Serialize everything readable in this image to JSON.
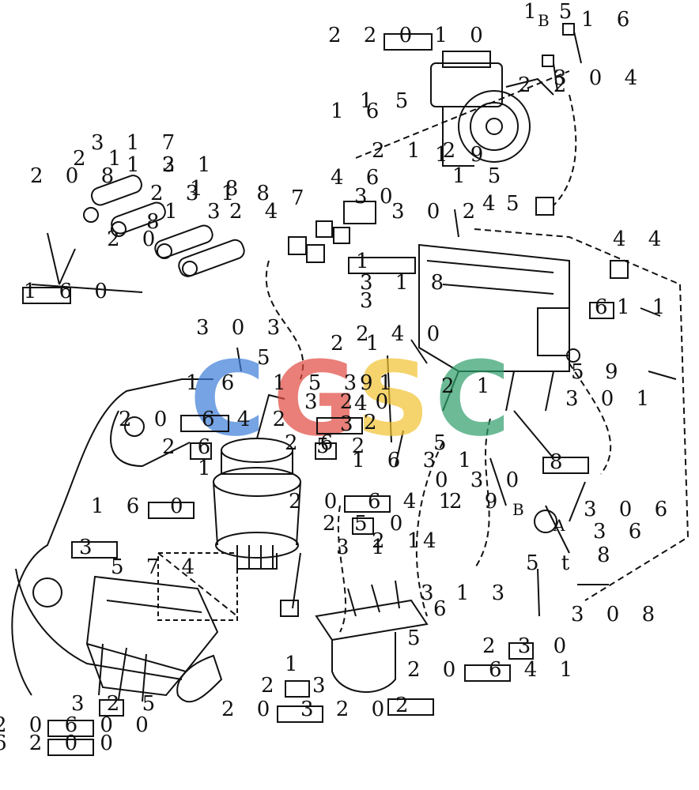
{
  "labels": {
    "l_22010": "2 2 0 1 0",
    "l_15B": "1 5",
    "l_B": "B",
    "l_16_top": "1 6",
    "l_304": "3 0 4",
    "l_2_pump": "2",
    "l_22": "2 2",
    "l_16_mid": "1 6",
    "l_15A": "1 5",
    "l_A": "A",
    "l_212": "2 1 2",
    "l_19": "1 9",
    "l_1_a": "1",
    "l_15_a": "1 5",
    "l_302": "3 0 2",
    "l_4": "4",
    "l_5_right": "5",
    "l_46": "4 6",
    "l_3_a": "3",
    "l_0_a": "0",
    "l_317": "3 1 7",
    "l_21_top": "2 1",
    "l_21_b": "2 1",
    "l_13": "1 3",
    "l_208": "2 0 8",
    "l_18": "1 8",
    "l_2318": "2 3 1 8",
    "l_11": "1 1",
    "l_1_c": "1",
    "l_3_c": "3",
    "l_2_c": "2",
    "l_24": "2 4",
    "l_208b": "2 0",
    "l_8_b": "8",
    "l_7": "7",
    "l_1600": "0  1 6 0",
    "l_1_main": "1",
    "l_44": "4 4",
    "l_3183": "3 1 8",
    "l_333": "3\n3\n3",
    "l_61": "6",
    "l_1_right": "1 1",
    "l_303": "3 0 3",
    "l_24_mid": "2 4 0",
    "l_21_mid": "2 1",
    "l_5_mid": "5",
    "l_16_big": "1 6",
    "l_1531": "1 5 3 1",
    "l_9_mid": "9",
    "l_320": "3 2 0",
    "l_4_mid": "4",
    "l_21m": "2 1",
    "l_5_9": "5",
    "l_9_r": "9",
    "l_301": "3 0 1",
    "l_20_left": "2 0",
    "l_6400": "6 4 2",
    "l_3_mid": "3",
    "l_26": "2 6",
    "l_2_mid": "2",
    "l_26b": "2 6",
    "l_5_20": "5 2",
    "l_20_big": "2 0",
    "l_1_ll": "1",
    "l_2051": "2 0 5",
    "l_1_s": "1",
    "l_163": "1 6 3 1",
    "l_1_s2": "1",
    "l_8_r": "8",
    "l_16030": "1 6",
    "l_0_30": "0 3 0",
    "l_20_641": "2 0",
    "l_641": "6 4 1",
    "l_29": "2 9",
    "l_306": "3 0 6",
    "l_B_2": "B",
    "l_A_2": "A",
    "l_36": "3 6",
    "l_8b": "8",
    "l_2_520": "2",
    "l_520": "5 0",
    "l_3_ll": "3",
    "l_574": "5 7 4",
    "l_31": "3 1",
    "l_21_l": "2 1",
    "l_4_l": "4",
    "l_313": "3 1 3",
    "l_6_b": "6",
    "l_5_b": "5",
    "l_5t": "5 t",
    "l_308": "3 0 8",
    "l_230": "2 3 0",
    "l_20_6": "2 0",
    "l_641b": "6 4 1",
    "l_1_b": "1",
    "l_2_b": "2",
    "l_3_b": "3",
    "l_325": "3 2 5",
    "l_20_320": "2 0",
    "l_320b": "3 2 0",
    "l_2_box": "2",
    "l_20600": "2 0  6 0 0",
    "l_6200": "6  2 0 0"
  },
  "watermark": {
    "letters": [
      "C",
      "G",
      "S",
      "C"
    ],
    "colors": [
      "#3b7dd8",
      "#e04a3f",
      "#f2c230",
      "#2e9e6b"
    ]
  }
}
